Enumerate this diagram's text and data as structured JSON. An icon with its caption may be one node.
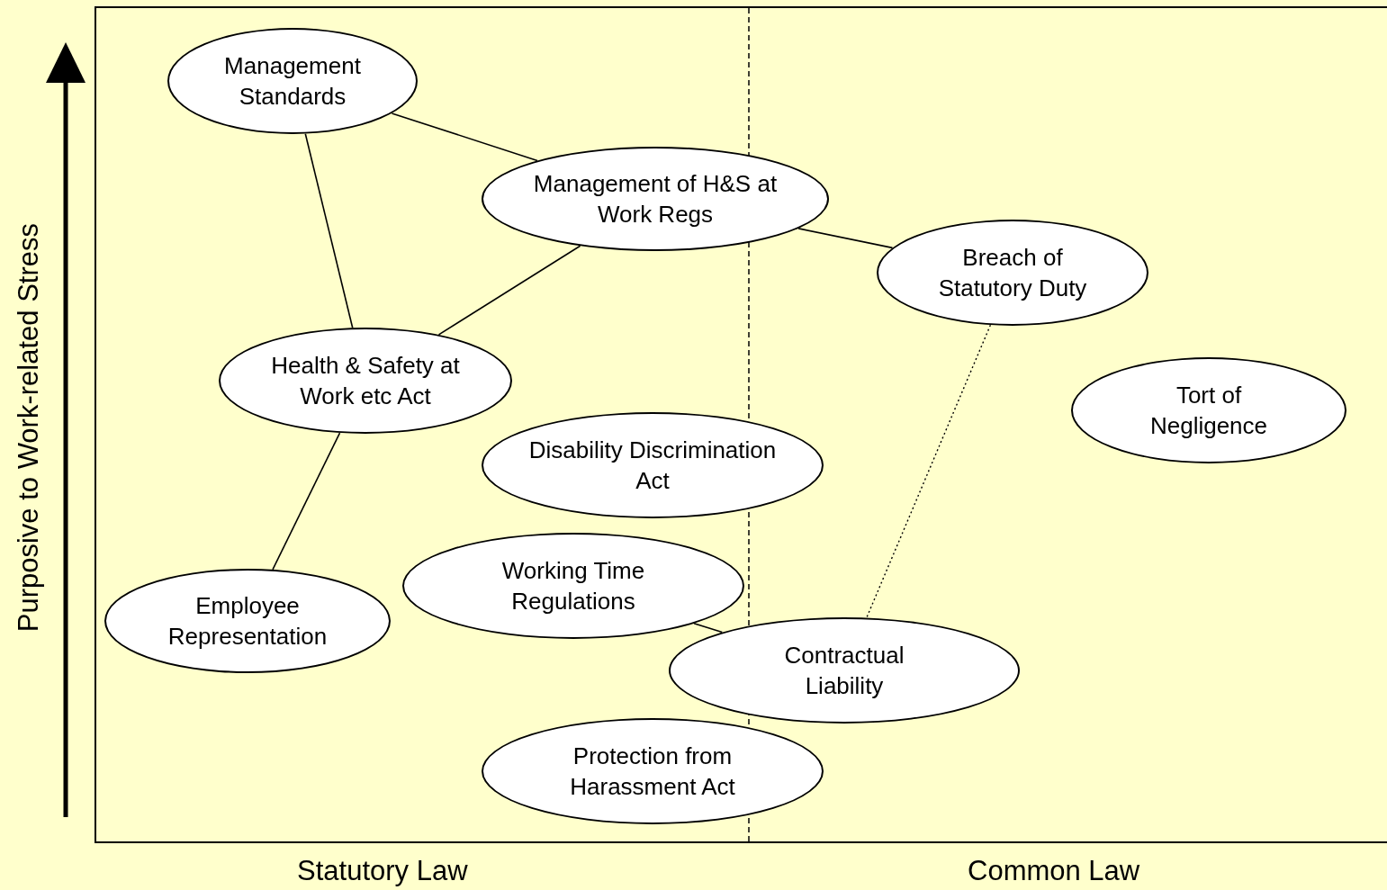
{
  "diagram": {
    "nodes": [
      {
        "text": [
          "Management Standards"
        ]
      },
      {
        "text": [
          "Management of H&S at Work Regs"
        ]
      },
      {
        "text": [
          "Breach of Statutory Duty"
        ]
      },
      {
        "text": [
          "Health & Safety at Work etc Act"
        ]
      },
      {
        "text": [
          "Tort of Negligence"
        ]
      },
      {
        "text": [
          "Disability Discrimination Act"
        ]
      },
      {
        "text": [
          "Working Time Regulations"
        ]
      },
      {
        "text": [
          "Employee Representation"
        ]
      },
      {
        "text": [
          "Contractual Liability"
        ]
      },
      {
        "text": [
          "Protection from Harassment Act"
        ]
      }
    ],
    "edges": [
      {
        "from": 0,
        "to": 1,
        "arrow": "none"
      },
      {
        "from": 0,
        "to": 3,
        "arrow": "none"
      },
      {
        "from": 1,
        "to": 3,
        "arrow": "none"
      },
      {
        "from": 1,
        "to": 2,
        "arrow": "none"
      },
      {
        "from": 3,
        "to": 7,
        "arrow": "none"
      },
      {
        "from": 6,
        "to": 8,
        "arrow": "none"
      },
      {
        "from": 2,
        "to": 8,
        "arrow": "none",
        "style": "dashed"
      }
    ],
    "labels": [
      "Purposive to Work-related Stress",
      "Statutory Law",
      "Common Law"
    ]
  }
}
